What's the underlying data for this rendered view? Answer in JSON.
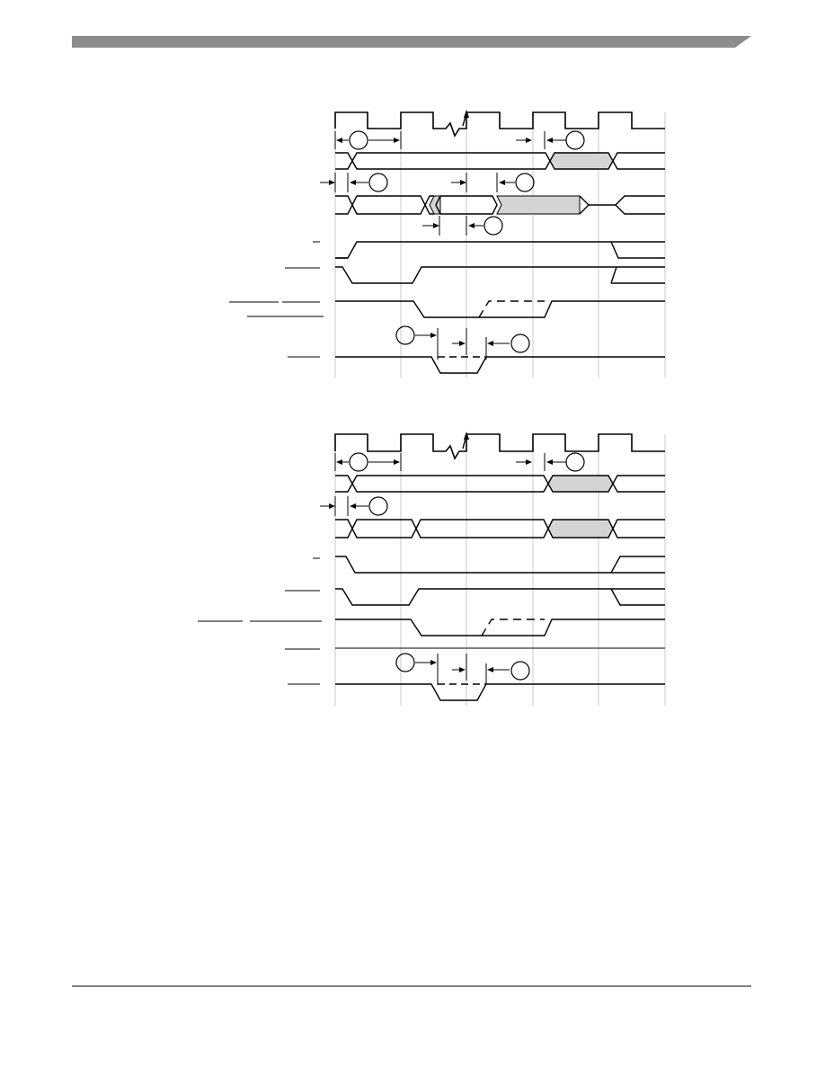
{
  "page": {
    "header_bar_color": "#8c8c8c",
    "footer_rule_color": "#000000"
  },
  "diagrams": [
    {
      "id": "top-timing-diagram",
      "clock_periods": 5,
      "shaded_fill": "#d4d4d4",
      "callouts": 7,
      "signals": [
        "clock",
        "address-bus",
        "data-bus",
        "control-1",
        "control-2",
        "strobe-group",
        "acknowledge"
      ]
    },
    {
      "id": "bottom-timing-diagram",
      "clock_periods": 5,
      "shaded_fill": "#d4d4d4",
      "callouts": 5,
      "signals": [
        "clock",
        "address-bus",
        "data-bus",
        "control-1",
        "control-2",
        "strobe-group",
        "control-3",
        "acknowledge"
      ]
    }
  ]
}
